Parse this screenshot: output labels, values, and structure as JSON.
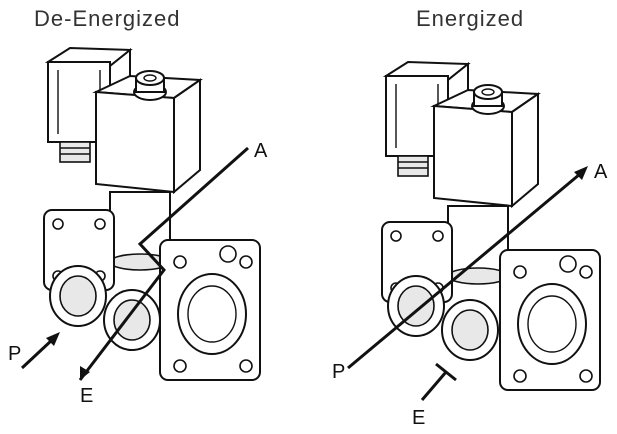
{
  "panels": [
    {
      "title": "De-Energized",
      "ports": {
        "a": "A",
        "p": "P",
        "e": "E"
      }
    },
    {
      "title": "Energized",
      "ports": {
        "a": "A",
        "p": "P",
        "e": "E"
      }
    }
  ]
}
